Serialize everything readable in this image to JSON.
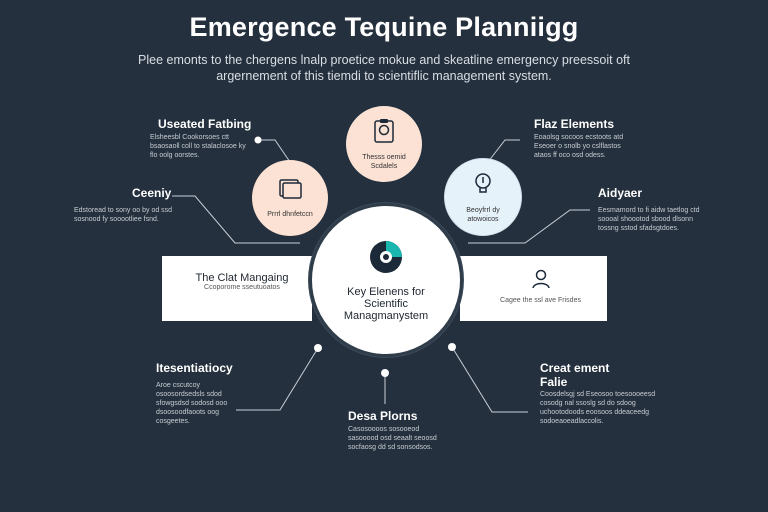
{
  "header": {
    "title": "Emergence Tequine Planniigg",
    "subtitle": "Plee emonts to the chergens lnalp proetice mokue and skeatline emergency preessoit oft argernement of this tiemdi to scientiflic management system."
  },
  "center": {
    "title": "Key Elenens for Scientific Managmanystem"
  },
  "nodes": {
    "top": {
      "text": "Thesss oemid Scdalels"
    },
    "upper_left": {
      "text": "Prrrl dhnfetccn"
    },
    "upper_right": {
      "text": "Beoyfrrl dy atowoicos"
    }
  },
  "panels": {
    "left": {
      "title": "The Clat Mangaing",
      "sub": "Ccoporome sseutuoatos"
    },
    "right": {
      "sub": "Cagee the ssl ave Frisdes"
    }
  },
  "labels": {
    "useated_fatbing": {
      "title": "Useated Fatbing",
      "desc": "Elsheesbl Cookorsoes ctt bsaosaoll coll to stalaclosoe ky flo oolg oorstes."
    },
    "flaz_elements": {
      "title": "Flaz Elements",
      "desc": "Eoaolsg socoos ecstoots atd Eseoer o snolb yo cslflastos ataos ff oco osd odess."
    },
    "ceeniy": {
      "title": "Ceeniy",
      "desc": "Edstoread to sony oo by od ssd sosnood fy sooootliee fsnd."
    },
    "aidyaer": {
      "title": "Aidyaer",
      "desc": "Eesmamord to fi aidw taetlog ctd soooal shoootod sbood dlsonn tossng sstod sfadsgtdoes."
    },
    "resentiatiocy": {
      "title": "Itesentiatiocy",
      "desc": "Aroe cscutcoy osoosordsedsls sdod sfowgsdsd sodosd ooo dsoosoodfaoots oog cosgeetes."
    },
    "data_plorns": {
      "title": "Desa Plorns",
      "desc": "Casosoooos sosooeod sasooood osd seaalt seoosd socfaosg dd sd sonsodsos."
    },
    "creat_element": {
      "title": "Creat ement Falie",
      "desc": "Coosdelsgj sd Eseosoo toesoooeesd cosodg nal ssoslg sd do sdoog uchootodoods eoosoos ddeaceedg sodoeaoeadlaccolis."
    }
  },
  "colors": {
    "background": "#24303d",
    "peach": "#fbe2d4",
    "light_blue": "#e6f2fa",
    "teal": "#19b6b0",
    "navy": "#1c2938"
  },
  "icons": {
    "center": "pie-chart-icon",
    "top": "clipboard-icon",
    "upper_left": "folder-icon",
    "upper_right": "lightbulb-icon",
    "right_panel": "user-icon"
  }
}
